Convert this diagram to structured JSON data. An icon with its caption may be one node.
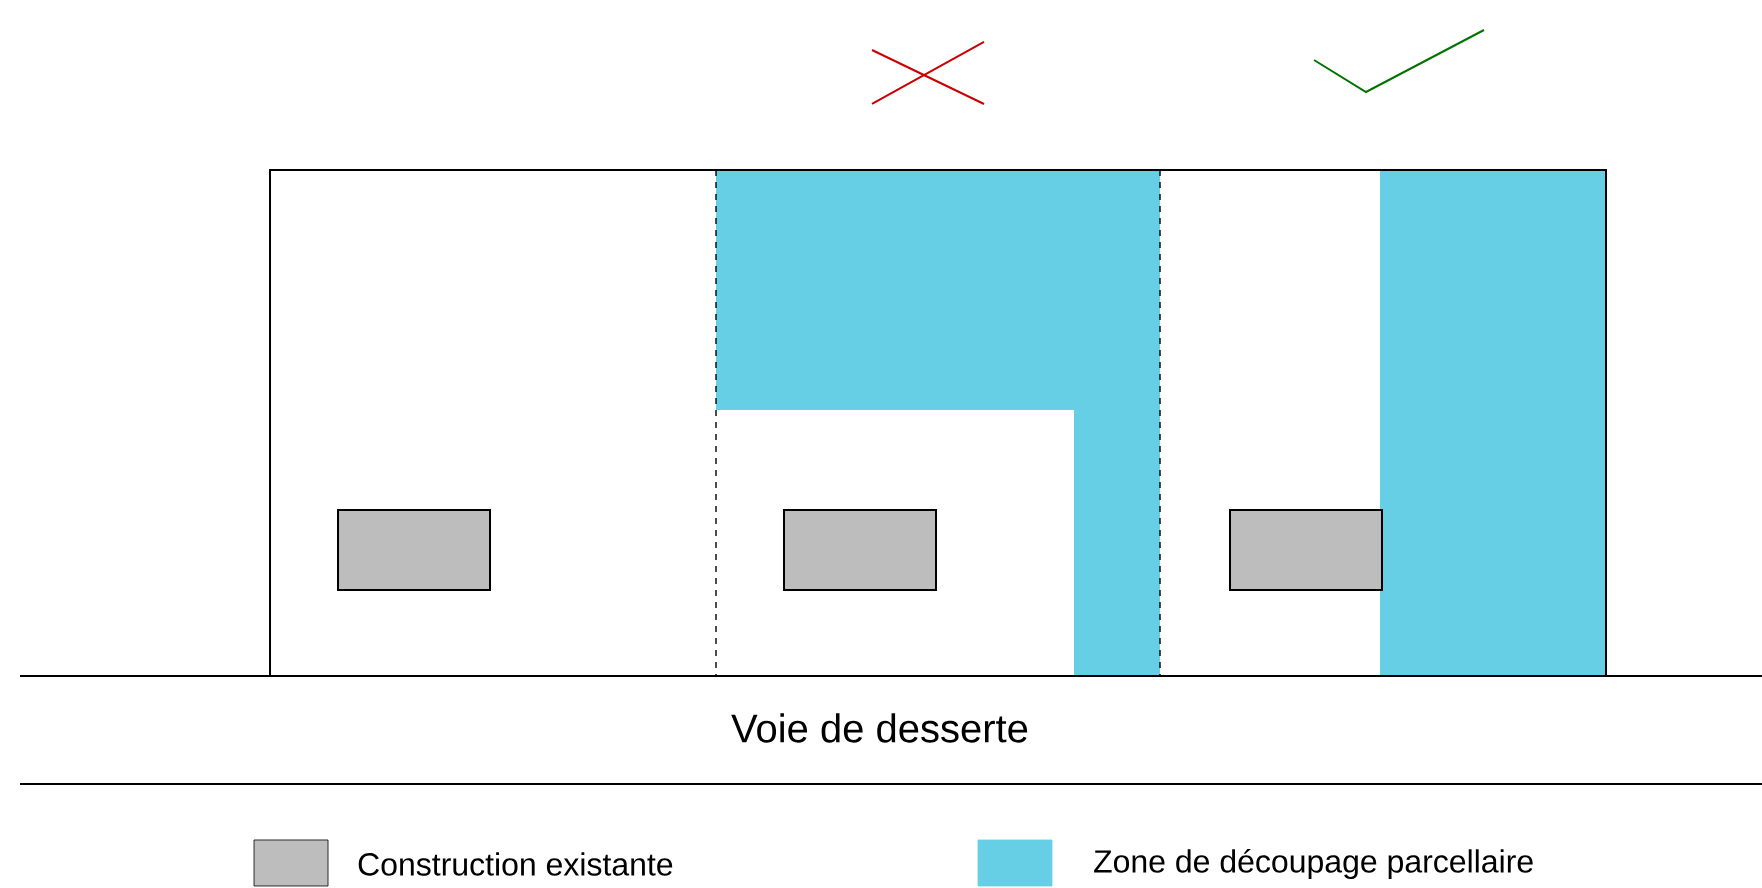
{
  "diagram": {
    "labels": [
      "Voie de desserte"
    ],
    "legend": [
      {
        "text": "Construction existante",
        "color": "#bdbdbd"
      },
      {
        "text": "Zone de découpage parcellaire",
        "color": "#66cfe6"
      }
    ]
  }
}
